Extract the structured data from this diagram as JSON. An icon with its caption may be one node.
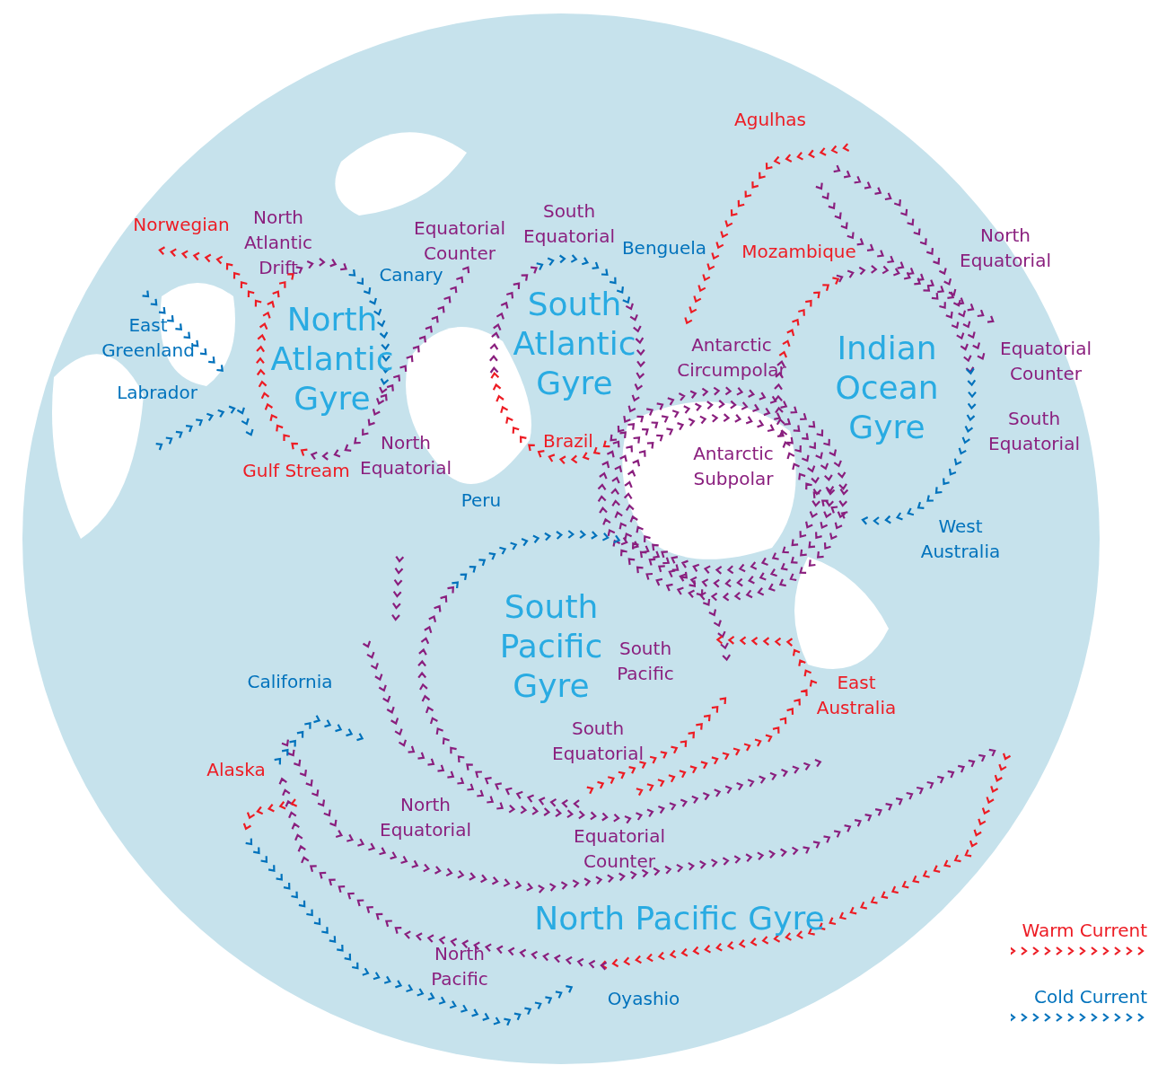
{
  "diagram": {
    "labels": [
      "Agulhas",
      "Norwegian",
      "North Atlantic Drift",
      "Equatorial Counter",
      "South Equatorial",
      "North Equatorial",
      "Mozambique",
      "Benguela",
      "Canary",
      "South Atlantic Gyre",
      "North Atlantic Gyre",
      "East Greenland",
      "Antarctic Circumpolar",
      "Equatorial Counter",
      "Indian Ocean Gyre",
      "Labrador",
      "South Equatorial",
      "North Equatorial",
      "Brazil",
      "Antarctic Subpolar",
      "Gulf Stream",
      "Peru",
      "West Australia",
      "South Pacific Gyre",
      "South Pacific",
      "East Australia",
      "California",
      "South Equatorial",
      "Alaska",
      "North Equatorial",
      "Equatorial Counter",
      "North Pacific Gyre",
      "North Pacific",
      "Oyashio"
    ],
    "legend": [
      {
        "text": "Warm Current",
        "color": "#ed1c24"
      },
      {
        "text": "Cold Current",
        "color": "#0072bc"
      }
    ]
  }
}
